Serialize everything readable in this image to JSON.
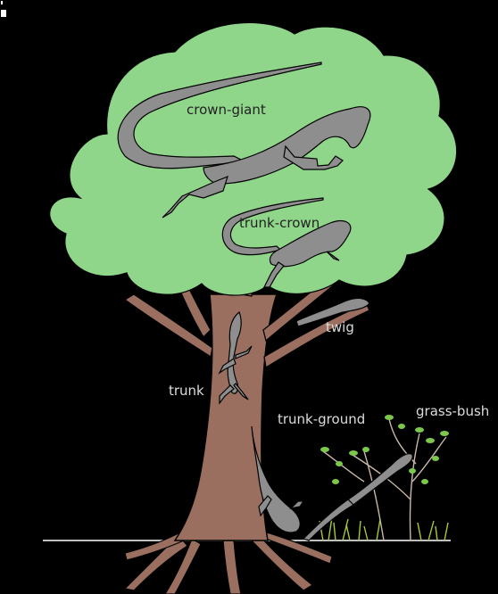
{
  "labels": {
    "crown_giant": "crown-giant",
    "trunk_crown": "trunk-crown",
    "twig": "twig",
    "trunk": "trunk",
    "trunk_ground": "trunk-ground",
    "grass_bush": "grass-bush"
  },
  "colors": {
    "background": "#000000",
    "canopy": "#8fd58a",
    "trunk": "#9b6f5f",
    "lizard": "#8e8e8e",
    "leaf": "#7bc84a",
    "grass": "#a6c93b",
    "ground": "#ffffff"
  }
}
